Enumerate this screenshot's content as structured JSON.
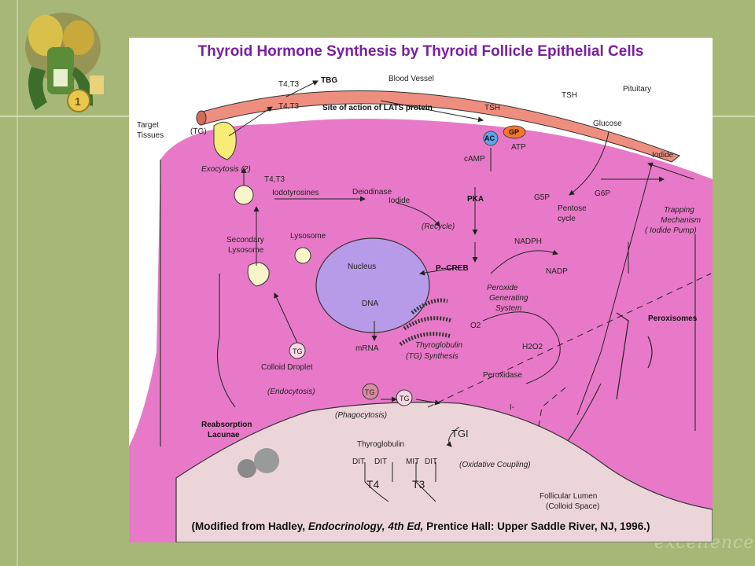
{
  "slide": {
    "bg_color": "#a7b778",
    "line_color": "#dfe6c2",
    "watermark": "excellence",
    "logo": "clover-character-logo"
  },
  "figure": {
    "title": "Thyroid Hormone Synthesis by Thyroid Follicle Epithelial Cells",
    "caption_prefix": "(Modified from Hadley, ",
    "caption_book": "Endocrinology, 4th Ed,",
    "caption_suffix": " Prentice Hall: Upper Saddle River, NJ, 1996.)",
    "colors": {
      "cell": "#e879c8",
      "lumen": "#ecd5d8",
      "vessel": "#ee8e7e",
      "nucleus": "#b79ae8",
      "ac": "#5ba4e6",
      "gp": "#f2762e",
      "title": "#7a1fa0"
    },
    "labels": {
      "blood_vessel": "Blood Vessel",
      "tbg": "TBG",
      "t4t3_top": "T4,T3",
      "t4t3_mid": "T4,T3",
      "t4t3_exo": "T4,T3",
      "lats": "Site of action of LATS protein",
      "tsh_cell": "TSH",
      "tsh_vessel": "TSH",
      "pituitary": "Pituitary",
      "target_tissues_1": "Target",
      "target_tissues_2": "Tissues",
      "tg_top": "(TG)",
      "ac": "AC",
      "gp": "GP",
      "atp": "ATP",
      "camp": "cAMP",
      "glucose": "Glucose",
      "iodide_right": "Iodide",
      "exocytosis": "Exocytosis (?)",
      "iodotyrosines": "Iodotyrosines",
      "deiodinase": "Deiodinase",
      "iodide_mid": "Iodide",
      "pka": "PKA",
      "g5p": "G5P",
      "pentose_1": "Pentose",
      "pentose_2": "cycle",
      "g6p": "G6P",
      "trapping_1": "Trapping",
      "trapping_2": "Mechanism",
      "trapping_3": "( Iodide Pump)",
      "recycle": "(Recycle)",
      "nadph": "NADPH",
      "secondary_1": "Secondary",
      "secondary_2": "Lysosome",
      "lysosome": "Lysosome",
      "nucleus": "Nucleus",
      "pcreb": "P--CREB",
      "nadp": "NADP",
      "peroxide_1": "Peroxide",
      "peroxide_2": "Generating",
      "peroxide_3": "System",
      "peroxisomes": "Peroxisomes",
      "dna": "DNA",
      "o2": "O2",
      "h2o2": "H2O2",
      "mrna": "mRNA",
      "thyroglobulin_1": "Thyroglobulin",
      "thyroglobulin_2": "(TG) Synthesis",
      "tg_droplet": "TG",
      "colloid_droplet": "Colloid Droplet",
      "peroxidase": "Peroxidase",
      "endocytosis": "(Endocytosis)",
      "tg_a": "TG",
      "tg_b": "TG",
      "iodide_ion": "I-",
      "phagocytosis": "(Phagocytosis)",
      "reabsorption_1": "Reabsorption",
      "reabsorption_2": "Lacunae",
      "tgi": "TGI",
      "thyroglobulin_lumen": "Thyroglobulin",
      "dit_1": "DIT",
      "dit_2": "DIT",
      "mit": "MIT",
      "dit_3": "DIT",
      "oxidative": "(Oxidative Coupling)",
      "t4": "T4",
      "t3": "T3",
      "lumen_1": "Follicular Lumen",
      "lumen_2": "(Colloid Space)"
    }
  }
}
